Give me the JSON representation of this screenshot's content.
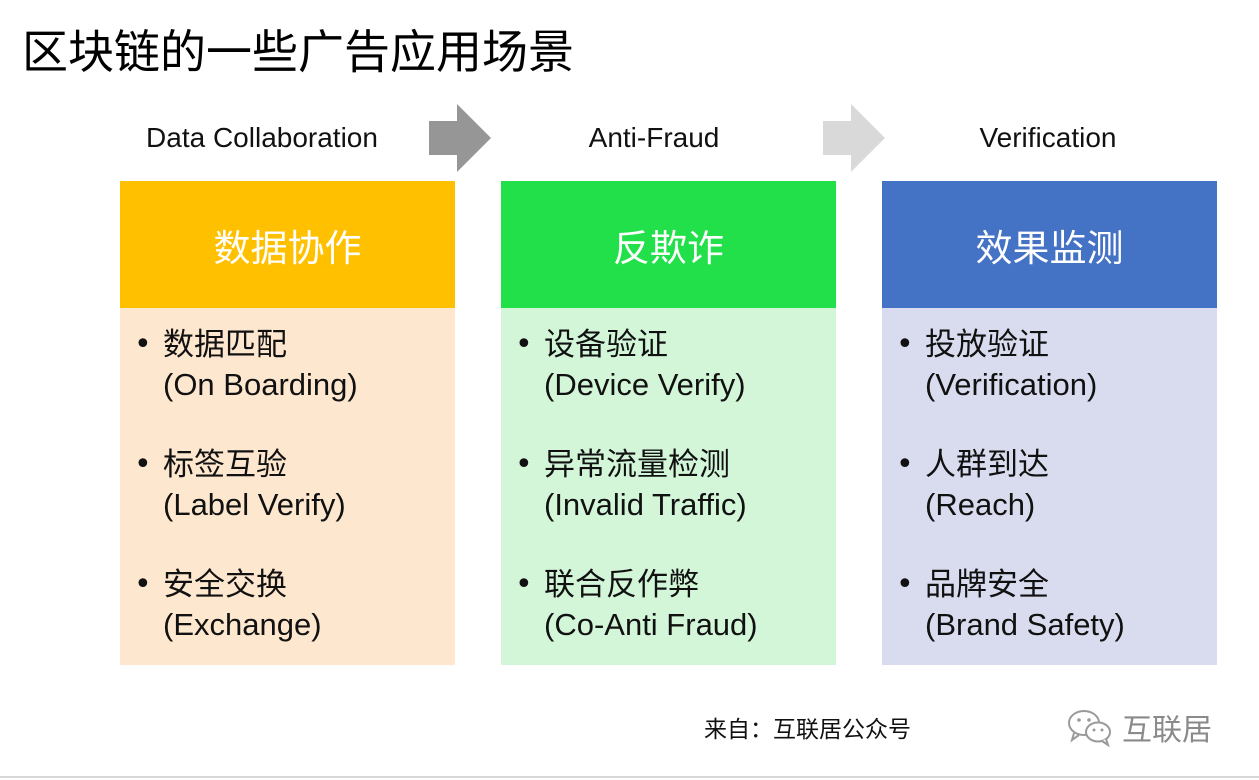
{
  "title": "区块链的一些广告应用场景",
  "stages": [
    {
      "label": "Data Collaboration",
      "header": "数据协作",
      "header_color": "#FFC000",
      "body_color": "#FDE7CF",
      "items": [
        {
          "cn": "数据匹配",
          "en": "(On Boarding)"
        },
        {
          "cn": "标签互验",
          "en": "(Label Verify)"
        },
        {
          "cn": "安全交换",
          "en": "(Exchange)"
        }
      ]
    },
    {
      "label": "Anti-Fraud",
      "header": "反欺诈",
      "header_color": "#22E04A",
      "body_color": "#D3F6D9",
      "items": [
        {
          "cn": "设备验证",
          "en": "(Device Verify)"
        },
        {
          "cn": "异常流量检测",
          "en": "(Invalid Traffic)"
        },
        {
          "cn": "联合反作弊",
          "en": "(Co-Anti Fraud)"
        }
      ]
    },
    {
      "label": "Verification",
      "header": "效果监测",
      "header_color": "#4472C4",
      "body_color": "#D8DCEE",
      "items": [
        {
          "cn": "投放验证",
          "en": "(Verification)"
        },
        {
          "cn": "人群到达",
          "en": "(Reach)"
        },
        {
          "cn": "品牌安全",
          "en": "(Brand Safety)"
        }
      ]
    }
  ],
  "arrows": [
    {
      "icon": "arrow-right-icon",
      "color": "#969696"
    },
    {
      "icon": "arrow-right-icon",
      "color": "#D9D9D9"
    }
  ],
  "source": "来自：互联居公众号",
  "watermark": {
    "icon": "wechat-icon",
    "text": "互联居"
  }
}
